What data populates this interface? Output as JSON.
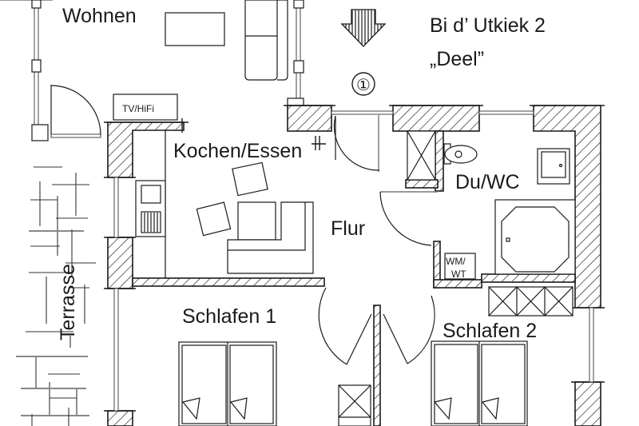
{
  "plan": {
    "title": "Bi d’ Utkiek 2",
    "subtitle": "„Deel”",
    "entrance_marker": "①",
    "entrance_arrow_icon": "entrance-arrow-icon"
  },
  "rooms": {
    "wohnen": "Wohnen",
    "kochen_essen": "Kochen/Essen",
    "flur": "Flur",
    "du_wc": "Du/WC",
    "schlafen_1": "Schlafen 1",
    "schlafen_2": "Schlafen 2",
    "terrasse": "Terrasse"
  },
  "fixtures": {
    "tv_hifi": "TV/HiFi",
    "wm_wt_line1": "WM/",
    "wm_wt_line2": "WT"
  },
  "colors": {
    "line": "#1a1a1a",
    "background": "#ffffff"
  }
}
